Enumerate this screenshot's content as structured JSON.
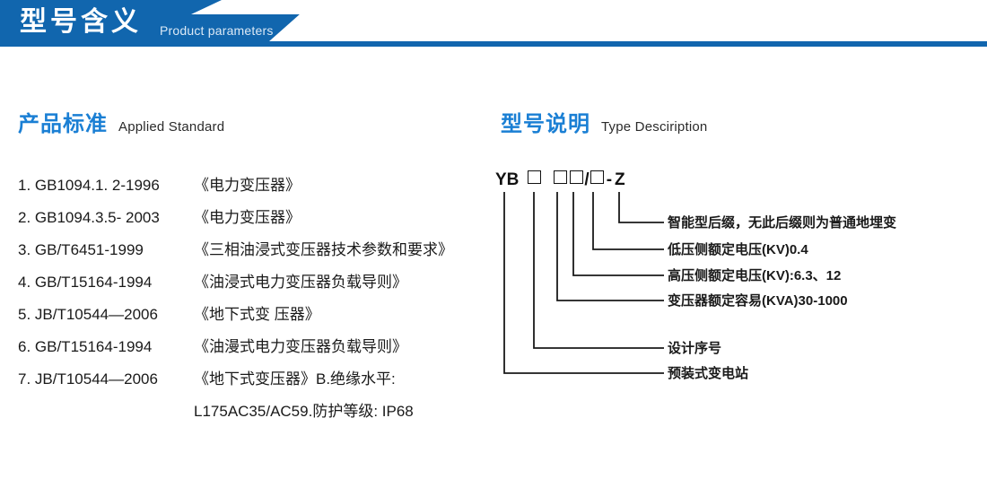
{
  "banner": {
    "title": "型号含义",
    "subtitle": "Product parameters",
    "bg_color": "#1166AE",
    "rule_color": "#1166AE"
  },
  "sections": {
    "left": {
      "cn": "产品标准",
      "en": "Applied Standard"
    },
    "right": {
      "cn": "型号说明",
      "en": "Type Desciription"
    }
  },
  "standards": [
    {
      "code": "1. GB1094.1. 2-1996",
      "name": "《电力变压器》"
    },
    {
      "code": "2. GB1094.3.5- 2003",
      "name": "《电力变压器》"
    },
    {
      "code": "3. GB/T6451-1999",
      "name": "《三相油浸式变压器技术参数和要求》"
    },
    {
      "code": "4. GB/T15164-1994",
      "name": "《油浸式电力变压器负载导则》"
    },
    {
      "code": "5. JB/T10544—2006",
      "name": "《地下式变 压器》"
    },
    {
      "code": "6. GB/T15164-1994",
      "name": "《油漫式电力变压器负载导则》"
    },
    {
      "code": "7. JB/T10544—2006",
      "name": "《地下式变压器》B.绝缘水平:"
    },
    {
      "code": "",
      "name": "L175AC35/AC59.防护等级: IP68",
      "continuation": true
    }
  ],
  "type_code": {
    "segments": [
      {
        "kind": "text",
        "text": "YB"
      },
      {
        "kind": "box"
      },
      {
        "kind": "box"
      },
      {
        "kind": "box"
      },
      {
        "kind": "text",
        "text": "/"
      },
      {
        "kind": "box"
      },
      {
        "kind": "text",
        "text": "-"
      },
      {
        "kind": "text",
        "text": "Z"
      }
    ],
    "display": "YB □ □□/□ - Z"
  },
  "callouts": [
    {
      "label": "智能型后缀，无此后缀则为普通地埋变"
    },
    {
      "label": "低压侧额定电压(KV)0.4"
    },
    {
      "label": "高压侧额定电压(KV):6.3、12"
    },
    {
      "label": "变压器额定容易(KVA)30-1000"
    },
    {
      "label": "设计序号"
    },
    {
      "label": "预装式变电站"
    }
  ]
}
